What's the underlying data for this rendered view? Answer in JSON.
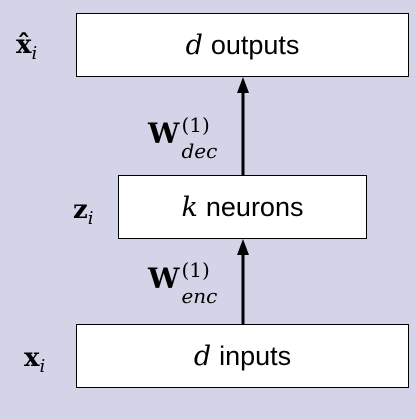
{
  "boxes": {
    "outputs": {
      "var": "d",
      "text": "outputs"
    },
    "neurons": {
      "var": "k",
      "text": "neurons"
    },
    "inputs": {
      "var": "d",
      "text": "inputs"
    }
  },
  "labels": {
    "xhat": {
      "base": "x̂",
      "sub": "i"
    },
    "z": {
      "base": "z",
      "sub": "i"
    },
    "x": {
      "base": "x",
      "sub": "i"
    }
  },
  "weights": {
    "dec": {
      "base": "W",
      "sup": "(1)",
      "sub": "dec"
    },
    "enc": {
      "base": "W",
      "sup": "(1)",
      "sub": "enc"
    }
  },
  "colors": {
    "background": "#d4d4e8",
    "box_fill": "#ffffff",
    "stroke": "#000000"
  }
}
